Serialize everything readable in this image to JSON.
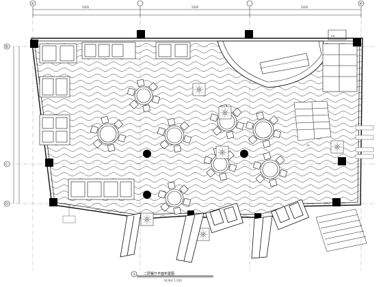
{
  "drawing": {
    "title": "二层餐厅平面布置图",
    "scale": "SCALE 1:100",
    "view_marker": "1"
  },
  "axis_bubbles": {
    "top": [
      "②",
      "",
      "",
      "④"
    ],
    "left": [
      "B",
      "C",
      "D"
    ]
  },
  "dimension_texts": [
    "5000",
    "5000",
    "2000"
  ],
  "room_tags": [
    "DN",
    "UP"
  ],
  "colors": {
    "line": "#111111",
    "column_fill": "#000000",
    "background": "#ffffff"
  }
}
